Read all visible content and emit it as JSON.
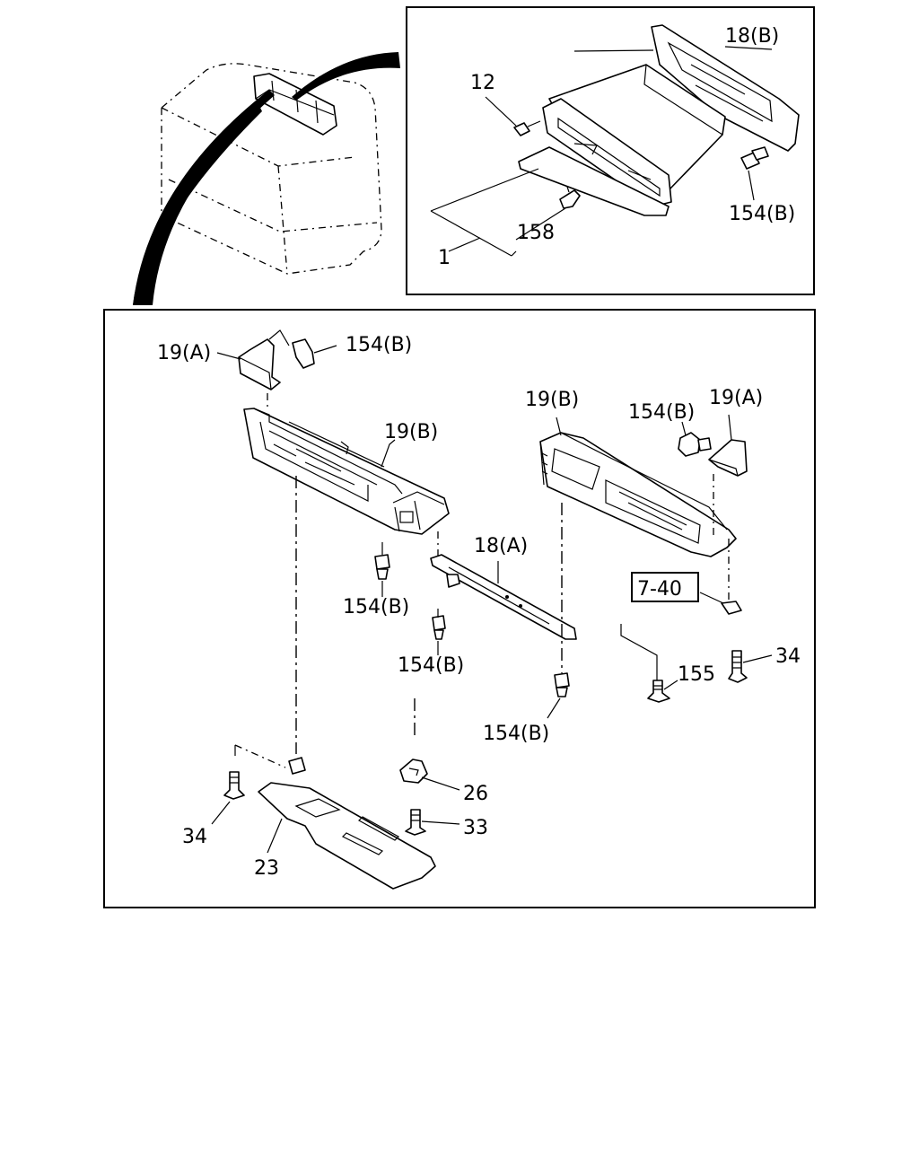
{
  "callouts": {
    "inset_18b": "18(B)",
    "inset_12": "12",
    "inset_154b": "154(B)",
    "inset_158": "158",
    "inset_1": "1",
    "l_19a": "19(A)",
    "l_154b_top": "154(B)",
    "l_19b_left": "19(B)",
    "r_19b": "19(B)",
    "r_154b": "154(B)",
    "r_19a": "19(A)",
    "l_154b_a": "154(B)",
    "c_18a": "18(A)",
    "c_154b_b": "154(B)",
    "ref_box": "7-40",
    "r_34": "34",
    "c_155": "155",
    "c_154b_c": "154(B)",
    "b_26": "26",
    "b_34": "34",
    "b_33": "33",
    "b_23": "23"
  }
}
